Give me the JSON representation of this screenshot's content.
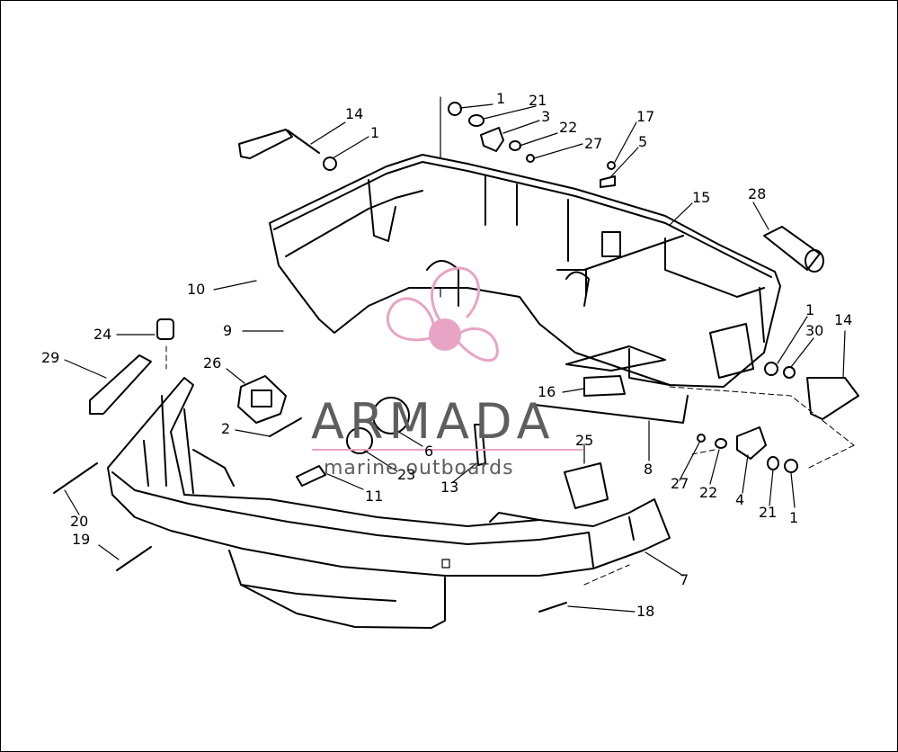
{
  "watermark": {
    "brand": "ARMADA",
    "tagline": "marine outboards",
    "logo_icon": "propeller-icon",
    "logo_color": "#e8a4c4",
    "text_color": "#5e5e5e"
  },
  "callouts": {
    "c1a": "1",
    "c21a": "21",
    "c3": "3",
    "c22a": "22",
    "c27a": "27",
    "c17": "17",
    "c5": "5",
    "c14a": "14",
    "c1b": "1",
    "c15": "15",
    "c28": "28",
    "c10": "10",
    "c9": "9",
    "c24": "24",
    "c29": "29",
    "c26": "26",
    "c2": "2",
    "c1c": "1",
    "c30": "30",
    "c14b": "14",
    "c16": "16",
    "c6": "6",
    "c23": "23",
    "c13": "13",
    "c25": "25",
    "c8": "8",
    "c27b": "27",
    "c22b": "22",
    "c4": "4",
    "c21b": "21",
    "c1d": "1",
    "c11": "11",
    "c20": "20",
    "c19": "19",
    "c7": "7",
    "c18": "18"
  }
}
